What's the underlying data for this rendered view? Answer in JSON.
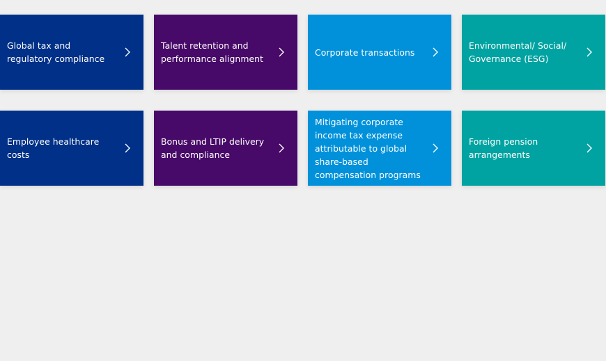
{
  "colors": {
    "background": "#efefef",
    "navy": "#003087",
    "purple": "#470a68",
    "blue": "#0091da",
    "teal": "#00a3a1",
    "text": "#ffffff"
  },
  "cards": [
    {
      "label": "Global tax and regulatory compliance",
      "color": "navy",
      "icon": "chevron-right-icon"
    },
    {
      "label": "Talent retention and performance alignment",
      "color": "purple",
      "icon": "chevron-right-icon"
    },
    {
      "label": "Corporate transactions",
      "color": "blue",
      "icon": "chevron-right-icon"
    },
    {
      "label": "Environmental/ Social/ Governance (ESG)",
      "color": "teal",
      "icon": "chevron-right-icon"
    },
    {
      "label": "Employee healthcare costs",
      "color": "navy",
      "icon": "chevron-right-icon"
    },
    {
      "label": "Bonus and LTIP delivery and compliance",
      "color": "purple",
      "icon": "chevron-right-icon"
    },
    {
      "label": "Mitigating corporate income tax expense attributable to global share-based compensation programs",
      "color": "blue",
      "icon": "chevron-right-icon"
    },
    {
      "label": "Foreign pension arrangements",
      "color": "teal",
      "icon": "chevron-right-icon"
    }
  ]
}
